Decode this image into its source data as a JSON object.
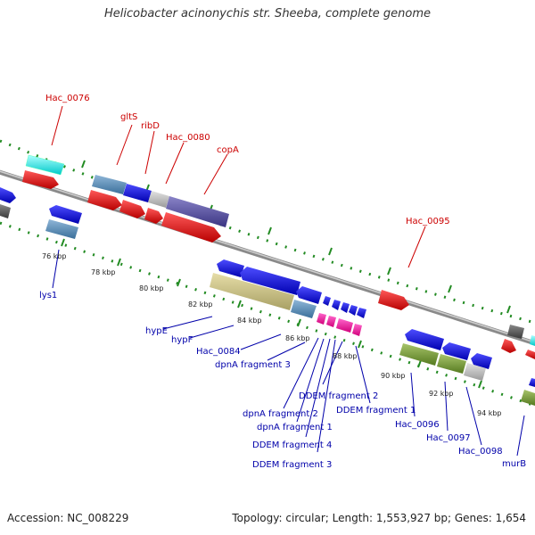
{
  "header": {
    "title": "Helicobacter acinonychis str. Sheeba, complete genome"
  },
  "footer": {
    "accession": "Accession: NC_008229",
    "topology": "Topology: circular; Length: 1,553,927 bp; Genes: 1,654"
  },
  "scale_ticks": [
    "76 kbp",
    "78 kbp",
    "80 kbp",
    "82 kbp",
    "84 kbp",
    "86 kbp",
    "88 kbp",
    "90 kbp",
    "92 kbp",
    "94 kbp"
  ],
  "labels_forward": [
    "Hac_0076",
    "gltS",
    "ribD",
    "Hac_0080",
    "copA",
    "Hac_0095"
  ],
  "labels_reverse": [
    "lys1",
    "hypE",
    "hypF",
    "Hac_0084",
    "dpnA fragment 3",
    "DDEM fragment 2",
    "DDEM fragment 1",
    "dpnA fragment 2",
    "dpnA fragment 1",
    "DDEM fragment 4",
    "DDEM fragment 3",
    "Hac_0096",
    "Hac_0097",
    "Hac_0098",
    "murB"
  ],
  "colors": {
    "forward_label": "#cc0000",
    "reverse_label": "#0000aa",
    "tick": "#228b22",
    "backbone": "#888888"
  }
}
